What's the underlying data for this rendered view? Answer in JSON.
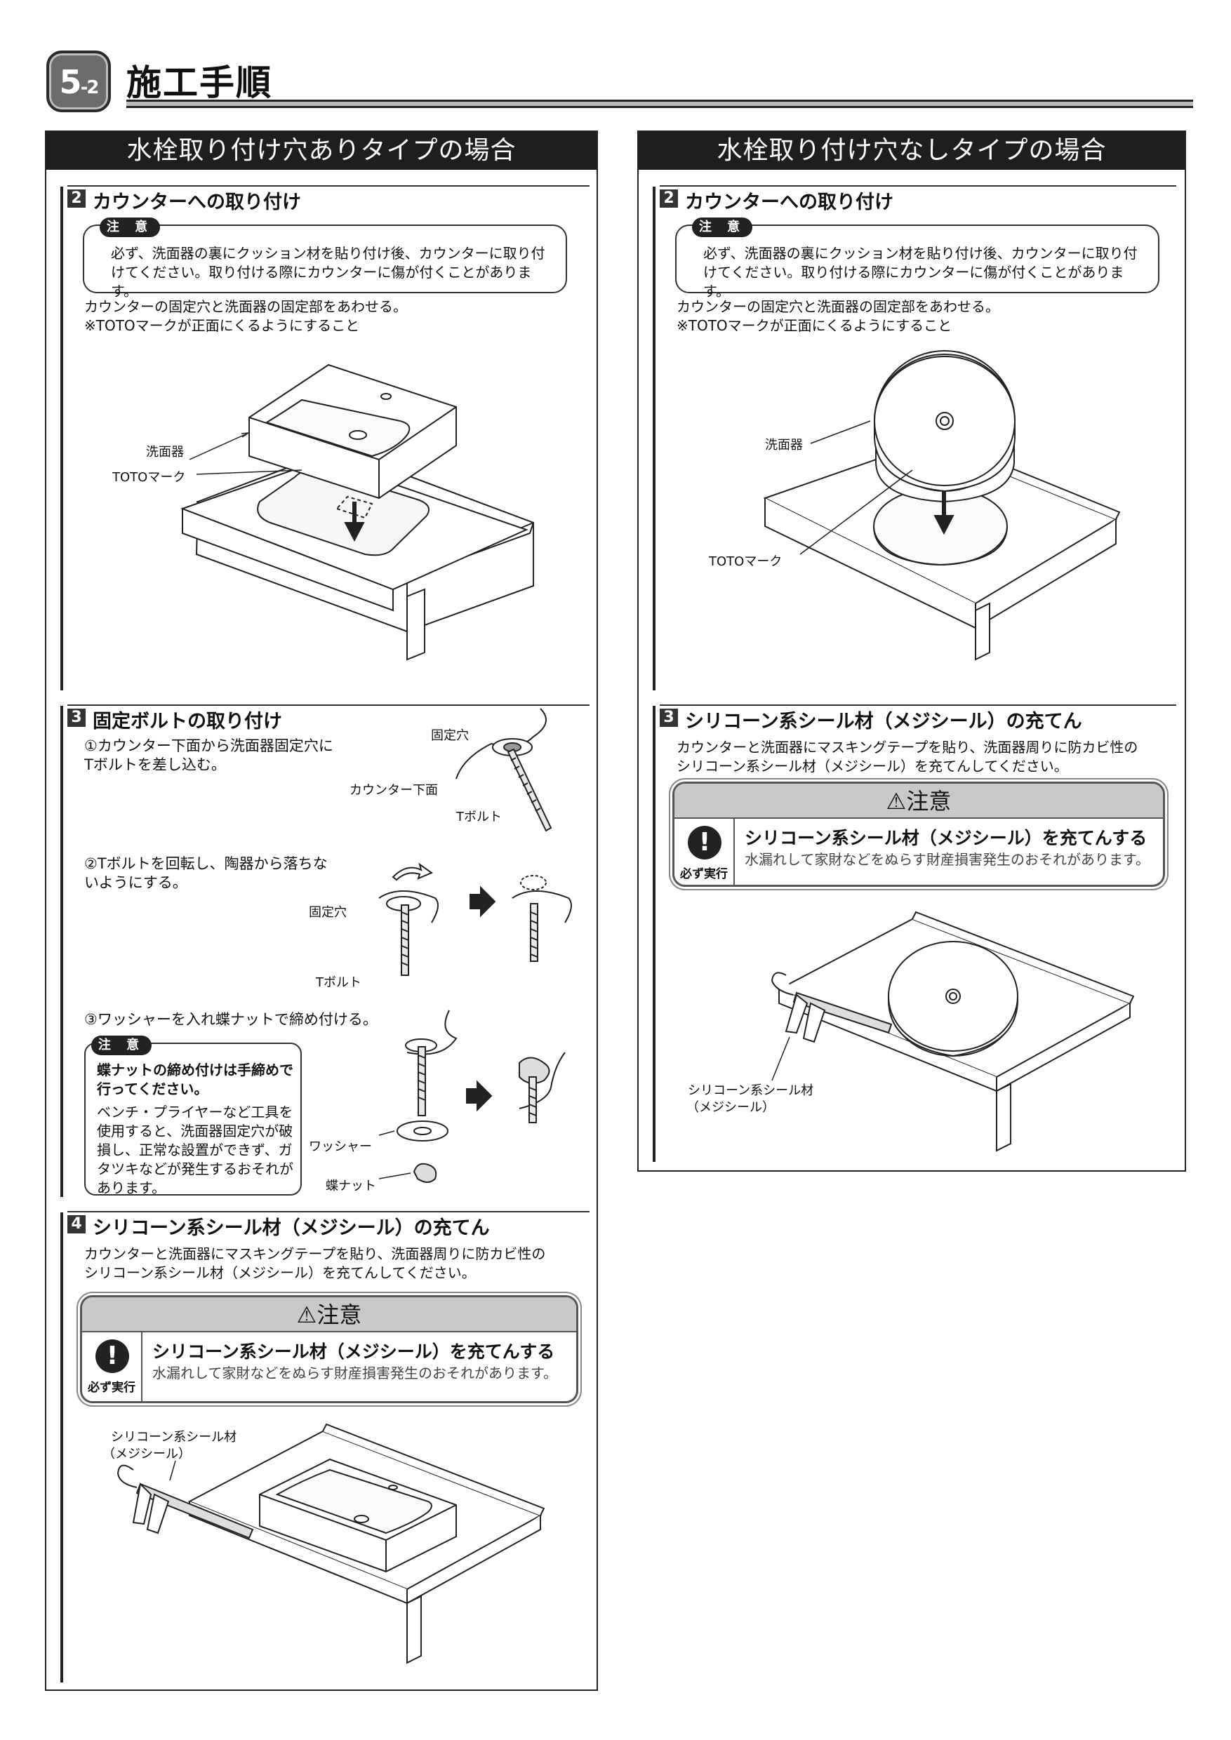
{
  "header": {
    "section_main": "5",
    "section_sub": "-2",
    "title": "施工手順"
  },
  "left": {
    "title": "水栓取り付け穴ありタイプの場合",
    "step2": {
      "num": "2",
      "label": "カウンターへの取り付け",
      "caution_tag": "注 意",
      "caution_text": "必ず、洗面器の裏にクッション材を貼り付け後、カウンターに取り付けてください。取り付ける際にカウンターに傷が付くことがあります。",
      "para1": "カウンターの固定穴と洗面器の固定部をあわせる。",
      "para2": "※TOTOマークが正面にくるようにすること",
      "lbl_basin": "洗面器",
      "lbl_toto": "TOTOマーク"
    },
    "step3": {
      "num": "3",
      "label": "固定ボルトの取り付け",
      "s1": "①カウンター下面から洗面器固定穴にTボルトを差し込む。",
      "s1_lbl_hole": "固定穴",
      "s1_lbl_under": "カウンター下面",
      "s1_lbl_bolt": "Tボルト",
      "s2": "②Tボルトを回転し、陶器から落ちないようにする。",
      "s2_lbl_hole": "固定穴",
      "s2_lbl_bolt": "Tボルト",
      "s3": "③ワッシャーを入れ蝶ナットで締め付ける。",
      "caution_tag": "注 意",
      "caution_bold": "蝶ナットの締め付けは手締めで行ってください。",
      "caution_text": "ベンチ・プライヤーなど工具を使用すると、洗面器固定穴が破損し、正常な設置ができず、ガタツキなどが発生するおそれがあります。",
      "lbl_washer": "ワッシャー",
      "lbl_nut": "蝶ナット"
    },
    "step4": {
      "num": "4",
      "label": "シリコーン系シール材（メジシール）の充てん",
      "para1": "カウンターと洗面器にマスキングテープを貼り、洗面器周りに防カビ性の",
      "para2": "シリコーン系シール材（メジシール）を充てんしてください。",
      "warn_head": "⚠注意",
      "warn_icon": "!",
      "warn_icon_sub": "必ず実行",
      "warn_title": "シリコーン系シール材（メジシール）を充てんする",
      "warn_text": "水漏れして家財などをぬらす財産損害発生のおそれがあります。",
      "lbl_sealant1": "シリコーン系シール材",
      "lbl_sealant2": "（メジシール）"
    }
  },
  "right": {
    "title": "水栓取り付け穴なしタイプの場合",
    "step2": {
      "num": "2",
      "label": "カウンターへの取り付け",
      "caution_tag": "注 意",
      "caution_text": "必ず、洗面器の裏にクッション材を貼り付け後、カウンターに取り付けてください。取り付ける際にカウンターに傷が付くことがあります。",
      "para1": "カウンターの固定穴と洗面器の固定部をあわせる。",
      "para2": "※TOTOマークが正面にくるようにすること",
      "lbl_basin": "洗面器",
      "lbl_toto": "TOTOマーク"
    },
    "step3": {
      "num": "3",
      "label": "シリコーン系シール材（メジシール）の充てん",
      "para1": "カウンターと洗面器にマスキングテープを貼り、洗面器周りに防カビ性の",
      "para2": "シリコーン系シール材（メジシール）を充てんしてください。",
      "warn_head": "⚠注意",
      "warn_icon": "!",
      "warn_icon_sub": "必ず実行",
      "warn_title": "シリコーン系シール材（メジシール）を充てんする",
      "warn_text": "水漏れして家財などをぬらす財産損害発生のおそれがあります。",
      "lbl_sealant1": "シリコーン系シール材",
      "lbl_sealant2": "（メジシール）"
    }
  }
}
